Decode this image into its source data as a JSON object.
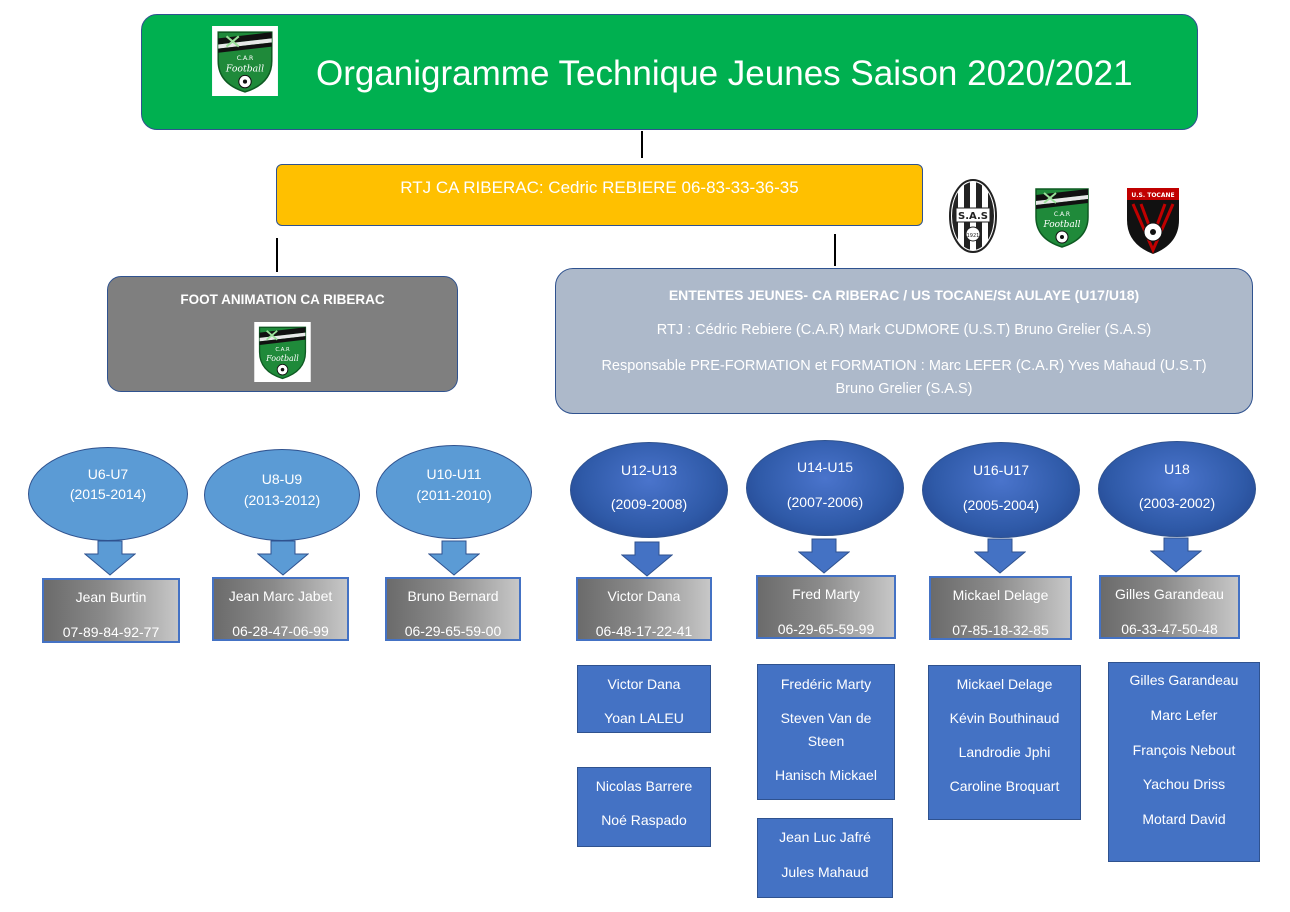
{
  "title": "Organigramme Technique Jeunes Saison 2020/2021",
  "rtj": "RTJ CA RIBERAC: Cedric REBIERE 06-83-33-36-35",
  "foot_animation": {
    "title": "FOOT ANIMATION CA RIBERAC"
  },
  "ententes": {
    "title": "ENTENTES JEUNES- CA RIBERAC / US TOCANE/St AULAYE (U17/U18)",
    "rtj_line": "RTJ : Cédric Rebiere (C.A.R) Mark CUDMORE (U.S.T) Bruno Grelier (S.A.S)",
    "resp_line1": "Responsable PRE-FORMATION et FORMATION : Marc LEFER (C.A.R) Yves Mahaud (U.S.T)",
    "resp_line2": "Bruno Grelier (S.A.S)"
  },
  "logos": {
    "car": {
      "text_top": "C.A.R",
      "text_main": "Football"
    },
    "sas": {
      "text_main": "S.A.S",
      "year": "1921"
    },
    "ust": {
      "text_main": "U.S. TOCANE"
    }
  },
  "categories": [
    {
      "name": "U6-U7",
      "years": "(2015-2014)",
      "coach": "Jean Burtin",
      "phone": "07-89-84-92-77"
    },
    {
      "name": "U8-U9",
      "years": "(2013-2012)",
      "coach": "Jean Marc Jabet",
      "phone": "06-28-47-06-99"
    },
    {
      "name": "U10-U11",
      "years": "(2011-2010)",
      "coach": "Bruno Bernard",
      "phone": "06-29-65-59-00"
    },
    {
      "name": "U12-U13",
      "years": "(2009-2008)",
      "coach": "Victor Dana",
      "phone": "06-48-17-22-41"
    },
    {
      "name": "U14-U15",
      "years": "(2007-2006)",
      "coach": "Fred Marty",
      "phone": "06-29-65-59-99"
    },
    {
      "name": "U16-U17",
      "years": "(2005-2004)",
      "coach": "Mickael Delage",
      "phone": "07-85-18-32-85"
    },
    {
      "name": "U18",
      "years": "(2003-2002)",
      "coach": "Gilles Garandeau",
      "phone": "06-33-47-50-48"
    }
  ],
  "staff": {
    "u12_a": [
      "Victor Dana",
      "Yoan LALEU"
    ],
    "u12_b": [
      "Nicolas Barrere",
      "Noé Raspado"
    ],
    "u14_a": [
      "Fredéric Marty",
      "Steven Van de",
      "Steen",
      "Hanisch Mickael"
    ],
    "u14_b": [
      "Jean Luc Jafré",
      "Jules Mahaud"
    ],
    "u16": [
      "Mickael Delage",
      "Kévin Bouthinaud",
      "Landrodie Jphi",
      "Caroline Broquart"
    ],
    "u18": [
      "Gilles Garandeau",
      "Marc Lefer",
      "François Nebout",
      "Yachou Driss",
      "Motard David"
    ]
  },
  "colors": {
    "title_green": "#00b050",
    "rtj_orange": "#ffc000",
    "animation_gray": "#7f7f7f",
    "ententes_gray_blue": "#adb9ca",
    "ellipse_light": "#5b9bd5",
    "ellipse_dark": "#2f5aa8",
    "staff_blue": "#4472c4"
  }
}
